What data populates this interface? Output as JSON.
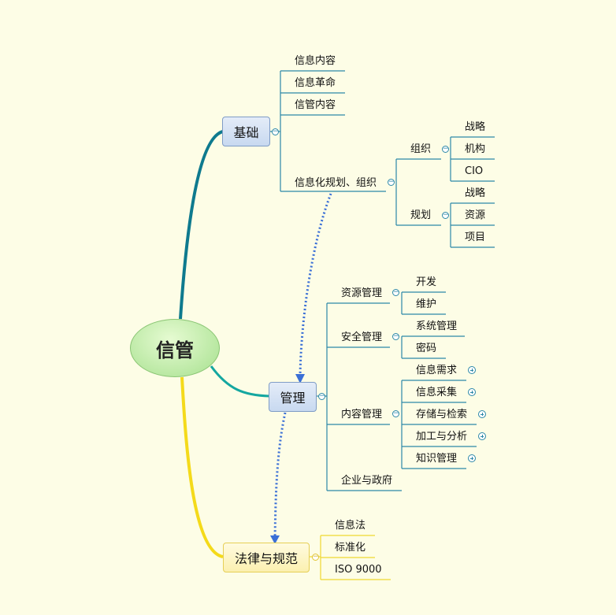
{
  "root": {
    "label": "信管"
  },
  "jichu": {
    "label": "基础",
    "items": [
      "信息内容",
      "信息革命",
      "信管内容",
      "信息化规划、组织"
    ],
    "zuzhi": {
      "label": "组织",
      "items": [
        "战略",
        "机构",
        "CIO"
      ]
    },
    "guihua": {
      "label": "规划",
      "items": [
        "战略",
        "资源",
        "项目"
      ]
    }
  },
  "guanli": {
    "label": "管理",
    "ziyuan": {
      "label": "资源管理",
      "items": [
        "开发",
        "维护"
      ]
    },
    "anquan": {
      "label": "安全管理",
      "items": [
        "系统管理",
        "密码"
      ]
    },
    "neirong": {
      "label": "内容管理",
      "items": [
        "信息需求",
        "信息采集",
        "存储与检索",
        "加工与分析",
        "知识管理"
      ]
    },
    "qiye": {
      "label": "企业与政府"
    }
  },
  "falv": {
    "label": "法律与规范",
    "items": [
      "信息法",
      "标准化",
      "ISO 9000"
    ]
  },
  "colors": {
    "teal": "#2c88a8",
    "yellow": "#f0d830",
    "arrow": "#3a6fd6",
    "background": "#fdfde6"
  },
  "icons": {
    "collapse": "minus-circle-icon",
    "expand": "plus-circle-icon"
  }
}
